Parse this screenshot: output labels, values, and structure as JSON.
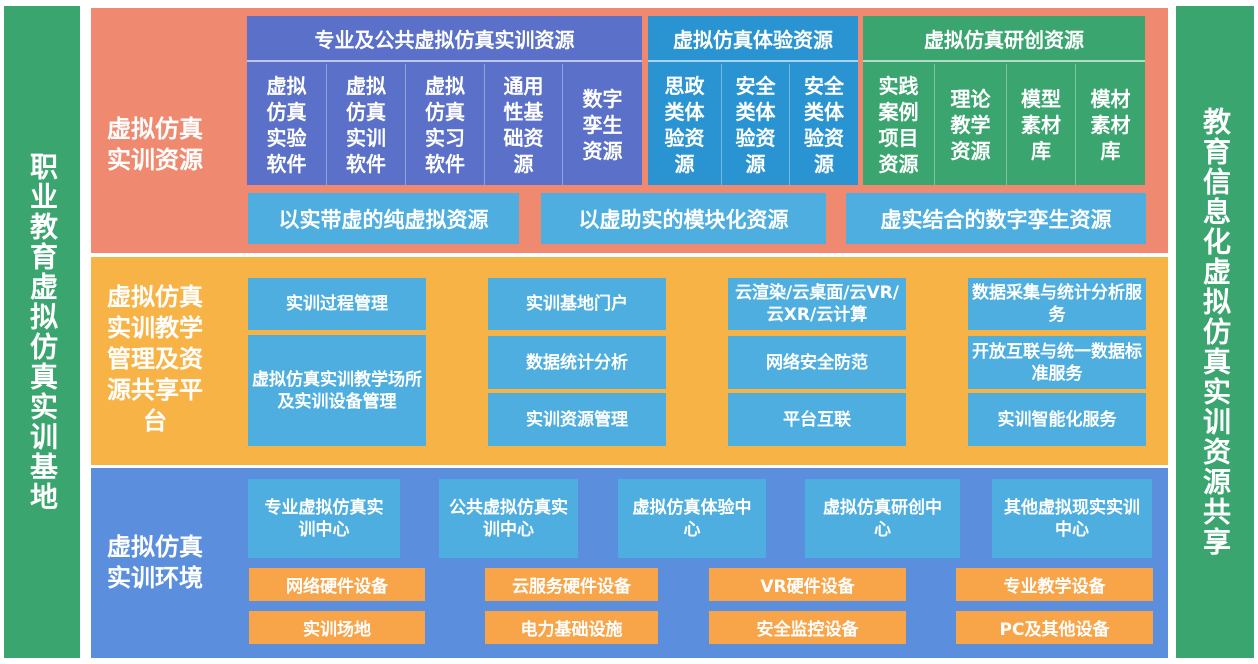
{
  "left_banner": "职业教育虚拟仿真实训基地",
  "right_banner": "教育信息化虚拟仿真实训资源共享",
  "layer1": {
    "label": "虚拟仿真实训资源",
    "groups": [
      {
        "title": "专业及公共虚拟仿真实训资源",
        "items": [
          "虚拟仿真实验软件",
          "虚拟仿真实训软件",
          "虚拟仿真实习软件",
          "通用性基础资源",
          "数字孪生资源"
        ]
      },
      {
        "title": "虚拟仿真体验资源",
        "items": [
          "思政类体验资源",
          "安全类体验资源",
          "安全类体验资源"
        ]
      },
      {
        "title": "虚拟仿真研创资源",
        "items": [
          "实践案例项目资源",
          "理论教学资源",
          "模型素材库",
          "模材素材库"
        ]
      }
    ],
    "bottom": [
      "以实带虚的纯虚拟资源",
      "以虚助实的模块化资源",
      "虚实结合的数字孪生资源"
    ]
  },
  "layer2": {
    "label": "虚拟仿真实训教学管理及资源共享平台",
    "col1": [
      "实训过程管理",
      "虚拟仿真实训教学场所及实训设备管理"
    ],
    "col2": [
      "实训基地门户",
      "数据统计分析",
      "实训资源管理"
    ],
    "col3": [
      "云渲染/云桌面/云VR/云XR/云计算",
      "网络安全防范",
      "平台互联"
    ],
    "col4": [
      "数据采集与统计分析服务",
      "开放互联与统一数据标准服务",
      "实训智能化服务"
    ]
  },
  "layer3": {
    "label": "虚拟仿真实训环境",
    "centers": [
      "专业虚拟仿真实训中心",
      "公共虚拟仿真实训中心",
      "虚拟仿真体验中心",
      "虚拟仿真研创中心",
      "其他虚拟现实实训中心"
    ],
    "devices_row1": [
      "网络硬件设备",
      "云服务硬件设备",
      "VR硬件设备",
      "专业教学设备"
    ],
    "devices_row2": [
      "实训场地",
      "电力基础设施",
      "安全监控设备",
      "PC及其他设备"
    ]
  },
  "colors": {
    "green": "#3aa56f",
    "layer1": "#ef8a70",
    "layer2": "#f8b347",
    "layer3": "#5b8fde",
    "box_blue": "#4eaee0",
    "group1": "#5b70c8",
    "group2": "#2a93d1",
    "group3": "#3aa56f",
    "orange": "#f8a448"
  }
}
